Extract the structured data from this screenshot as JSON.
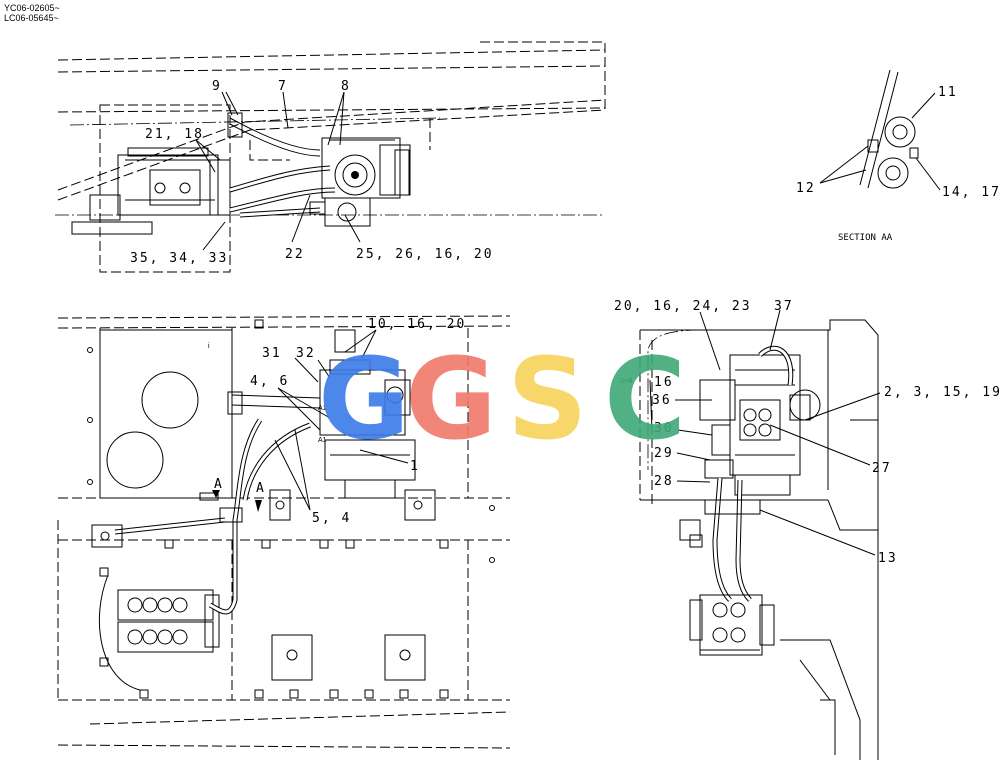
{
  "header": {
    "serial_yc": "YC06-02605~",
    "serial_lc": "LC06-05645~"
  },
  "section": {
    "title": "SECTION AA",
    "labels": {
      "c11": "11",
      "c12": "12",
      "c1417": "14, 17"
    }
  },
  "top_view": {
    "labels": {
      "c9": "9",
      "c7": "7",
      "c8": "8",
      "c2118": "21, 18",
      "c22": "22",
      "c25": "25, 26, 16, 20",
      "c35": "35, 34, 33"
    }
  },
  "bottom_left": {
    "labels": {
      "c10": "10, 16, 20",
      "c31": "31",
      "c32": "32",
      "c46": "4, 6",
      "c1": "1",
      "c54": "5, 4",
      "a1": "A",
      "a2": "A",
      "i": "i",
      "a1p": "A1",
      "a1q": "A1"
    }
  },
  "bottom_right": {
    "labels": {
      "c20": "20, 16, 24, 23",
      "c37": "37",
      "c16": "16",
      "c36": "36",
      "c2": "2, 3, 15, 19",
      "c30": "30",
      "c27": "27",
      "c29": "29",
      "c28": "28",
      "c13": "13",
      "c3pf": "3+B"
    }
  },
  "watermark": {
    "letters": [
      "G",
      "G",
      "S",
      "C"
    ],
    "colors": [
      "#3b7be8",
      "#f07a6a",
      "#f7d35a",
      "#3fa877"
    ]
  }
}
